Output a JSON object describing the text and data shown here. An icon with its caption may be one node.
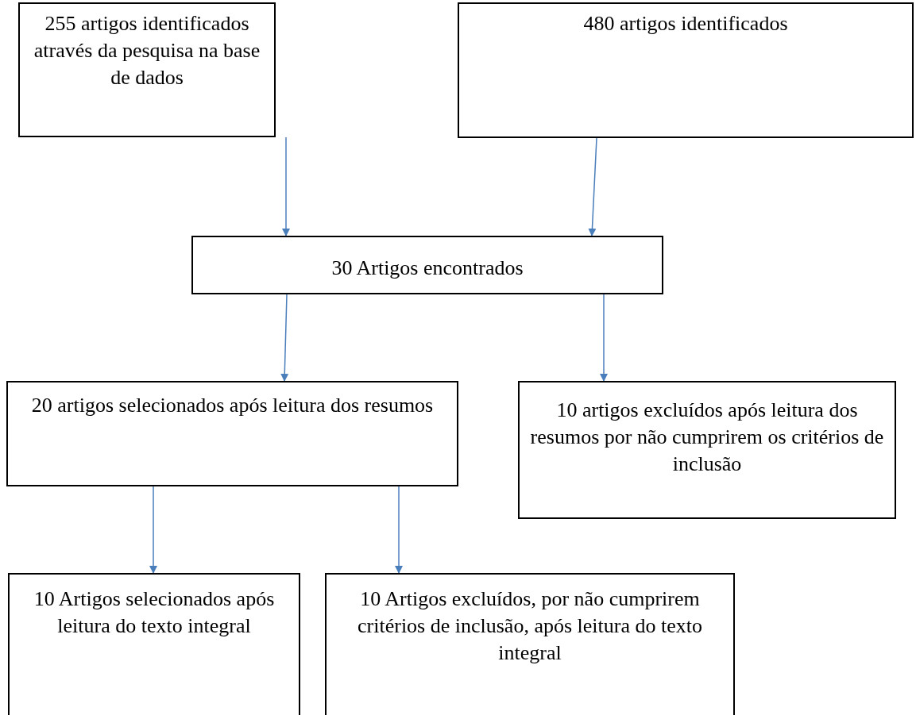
{
  "diagram": {
    "nodes": [
      {
        "text": [
          "255 artigos identificados através da pesquisa na base de dados"
        ]
      },
      {
        "text": [
          "480 artigos identificados"
        ]
      },
      {
        "text": [
          "30 Artigos encontrados"
        ]
      },
      {
        "text": [
          "20 artigos selecionados após leitura dos resumos"
        ]
      },
      {
        "text": [
          "10 artigos  excluídos após leitura dos resumos  por não cumprirem os critérios de inclusão"
        ]
      },
      {
        "text": [
          "10 Artigos selecionados após leitura do texto integral"
        ]
      },
      {
        "text": [
          "10 Artigos excluídos, por não cumprirem critérios de inclusão, após leitura do texto integral"
        ]
      }
    ],
    "edges": [
      {
        "from": 0,
        "to": 2,
        "arrow": "to"
      },
      {
        "from": 1,
        "to": 2,
        "arrow": "to"
      },
      {
        "from": 2,
        "to": 3,
        "arrow": "to"
      },
      {
        "from": 2,
        "to": 4,
        "arrow": "to"
      },
      {
        "from": 3,
        "to": 5,
        "arrow": "to"
      },
      {
        "from": 3,
        "to": 6,
        "arrow": "to"
      }
    ]
  }
}
